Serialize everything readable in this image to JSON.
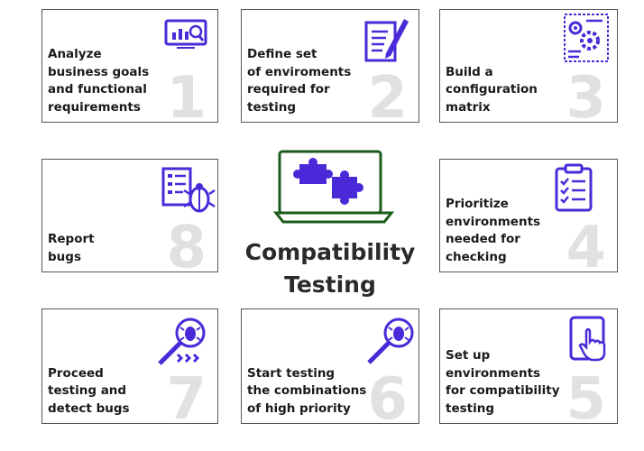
{
  "title": {
    "line1": "Compatibility",
    "line2": "Testing"
  },
  "colors": {
    "accent": "#4a2ad8",
    "laptop_outline": "#1a5a1a",
    "card_border": "#555555",
    "step_number": "#e1e1e1"
  },
  "steps": [
    {
      "number": "1",
      "label": "Analyze\nbusiness goals\nand functional\nrequirements",
      "icon": "analytics-monitor-icon"
    },
    {
      "number": "2",
      "label": "Define set\nof enviroments\nrequired for\ntesting",
      "icon": "document-pen-icon"
    },
    {
      "number": "3",
      "label": "Build a\nconfiguration\nmatrix",
      "icon": "settings-document-icon"
    },
    {
      "number": "4",
      "label": "Prioritize\nenvironments\nneeded for\nchecking",
      "icon": "checklist-clipboard-icon"
    },
    {
      "number": "5",
      "label": "Set up\nenvironments\nfor compatibility\ntesting",
      "icon": "tablet-touch-icon"
    },
    {
      "number": "6",
      "label": "Start testing\nthe combinations\nof high priority",
      "icon": "bug-magnifier-icon"
    },
    {
      "number": "7",
      "label": "Proceed\ntesting and\ndetect bugs",
      "icon": "bug-search-arrows-icon"
    },
    {
      "number": "8",
      "label": "Report\nbugs",
      "icon": "bug-report-list-icon"
    }
  ]
}
